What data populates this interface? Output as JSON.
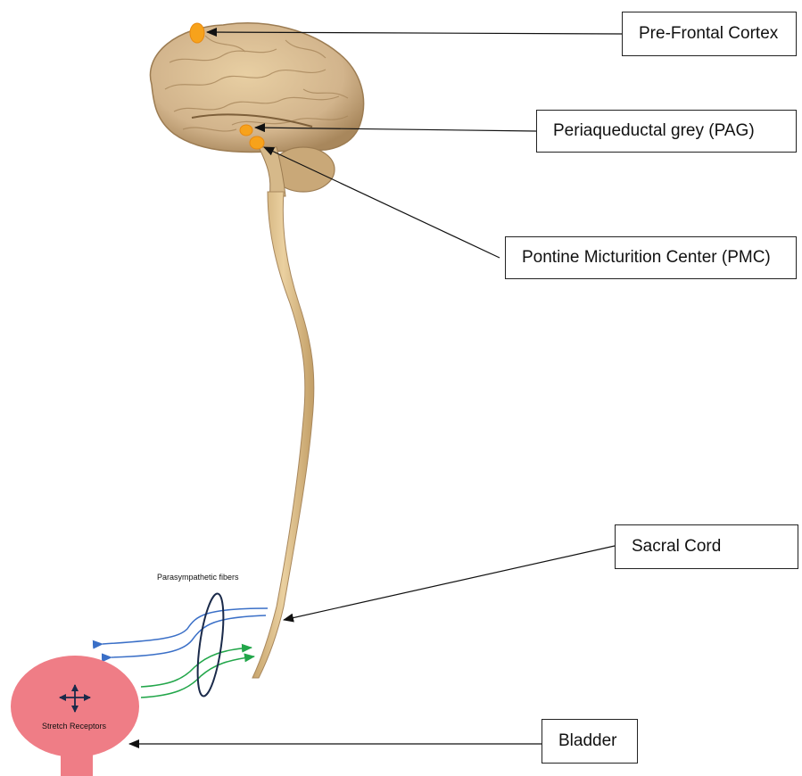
{
  "labels": {
    "prefrontal_cortex": "Pre-Frontal Cortex",
    "pag": "Periaqueductal grey (PAG)",
    "pmc": "Pontine Micturition Center (PMC)",
    "sacral_cord": "Sacral Cord",
    "bladder": "Bladder",
    "parasympathetic_fibers": "Parasympathetic fibers",
    "stretch_receptors": "Stretch Receptors"
  },
  "colors": {
    "brain": "#d2b48c",
    "brain_shadow": "#a8875c",
    "cord": "#d9bd8a",
    "nucleus": "#f7a21b",
    "bladder": "#ef7d86",
    "afferent_fiber": "#3a6fc7",
    "efferent_fiber": "#22a64a",
    "fiber_ring": "#1a2a4a"
  },
  "icons": {
    "stretch": "four-way-arrow-icon"
  }
}
